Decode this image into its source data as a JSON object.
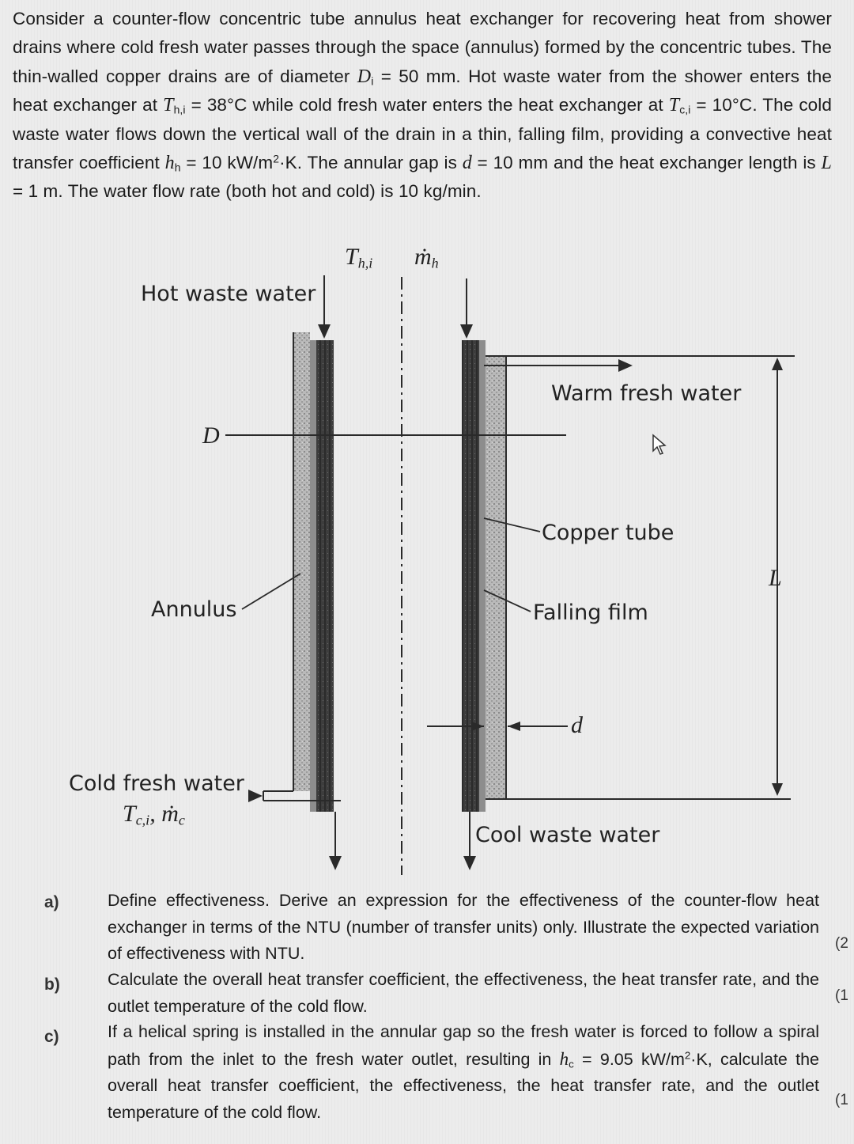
{
  "problem": {
    "s1": "Consider a counter-flow concentric tube annulus heat exchanger for recovering heat from shower drains where cold fresh water passes through the space (annulus) formed by the concentric tubes. The thin-walled copper drains are of diameter ",
    "di_sym": "D",
    "di_sub": "i",
    "s2": " = 50 mm. Hot waste water from the shower enters the heat exchanger at ",
    "thi_sym": "T",
    "thi_sub": "h,i",
    "s3": " = 38°C while cold fresh water enters the heat exchanger at ",
    "tci_sym": "T",
    "tci_sub": "c,i",
    "s4": " = 10°C. The cold waste water flows down the vertical wall of the drain in a thin, falling film, providing a convective heat transfer coefficient ",
    "hh_sym": "h",
    "hh_sub": "h",
    "s5": " = 10 kW/m",
    "s5_sup": "2",
    "s6": "·K. The annular gap is ",
    "d_sym": "d",
    "s7": " = 10 mm and the heat exchanger length is ",
    "l_sym": "L",
    "s8": " = 1 m. The water flow rate (both hot and cold) is 10 kg/min."
  },
  "diagram": {
    "hot_waste_water": "Hot waste water",
    "thi": "T",
    "thi_sub": "h,i",
    "mh": "ṁ",
    "mh_sub": "h",
    "warm_fresh_water": "Warm fresh water",
    "d_big": "D",
    "copper_tube": "Copper tube",
    "l": "L",
    "annulus": "Annulus",
    "falling_film": "Falling film",
    "d_small": "d",
    "cold_fresh_water": "Cold fresh water",
    "tci": "T",
    "tci_sub": "c,i",
    "mc": "ṁ",
    "mc_sub": "c",
    "cool_waste_water": "Cool waste water",
    "colors": {
      "line": "#2a2a2a",
      "tube": "#3a3a3a",
      "film": "#8d8d8d"
    }
  },
  "questions": {
    "a_label": "a)",
    "a_text": "Define effectiveness. Derive an expression for the effectiveness of the counter-flow heat exchanger in terms of the NTU (number of transfer units) only. Illustrate the expected variation of effectiveness with NTU.",
    "a_marks": "(2",
    "b_label": "b)",
    "b_text": "Calculate the overall heat transfer coefficient, the effectiveness, the heat transfer rate, and the outlet temperature of the cold flow.",
    "b_marks": "(1",
    "c_label": "c)",
    "c_t1": "If a helical spring is installed in the annular gap so the fresh water is forced to follow a spiral path from the inlet to the fresh water outlet, resulting in ",
    "c_sym": "h",
    "c_sub": "c",
    "c_t2": " = 9.05 kW/m",
    "c_sup": "2",
    "c_t3": "·K, calculate the overall heat transfer coefficient, the effectiveness, the heat transfer rate, and the outlet temperature of the cold flow.",
    "c_marks": "(1"
  }
}
